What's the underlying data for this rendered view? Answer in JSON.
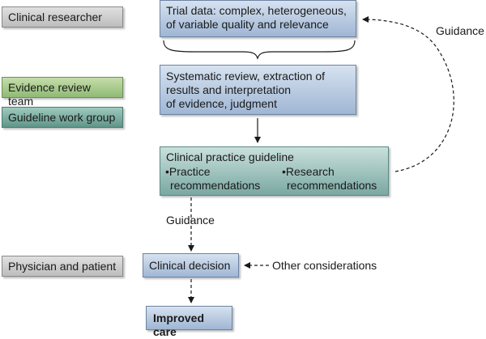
{
  "actors": {
    "clinical_researcher": "Clinical researcher",
    "evidence_review_team": "Evidence review team",
    "guideline_work_group": "Guideline work group",
    "physician_and_patient": "Physician and patient"
  },
  "boxes": {
    "trial_data": [
      "Trial data: complex, heterogeneous,",
      "of variable quality and relevance"
    ],
    "systematic_review": [
      "Systematic review, extraction of",
      "results and interpretation",
      "of evidence, judgment"
    ],
    "guideline_title": "Clinical practice guideline",
    "practice_recs": [
      "•Practice",
      "recommendations"
    ],
    "research_recs": [
      "•Research",
      "recommendations"
    ],
    "clinical_decision": "Clinical decision",
    "improved_care": "Improved care"
  },
  "labels": {
    "guidance_top": "Guidance",
    "guidance_mid": "Guidance",
    "other_considerations": "Other considerations"
  },
  "colors": {
    "actor_gray": "#bdbdbd",
    "actor_green": "#8fbb74",
    "actor_teal": "#5f9689",
    "process_blue": "#9fb6d4",
    "guideline_teal": "#7aa8a2"
  }
}
